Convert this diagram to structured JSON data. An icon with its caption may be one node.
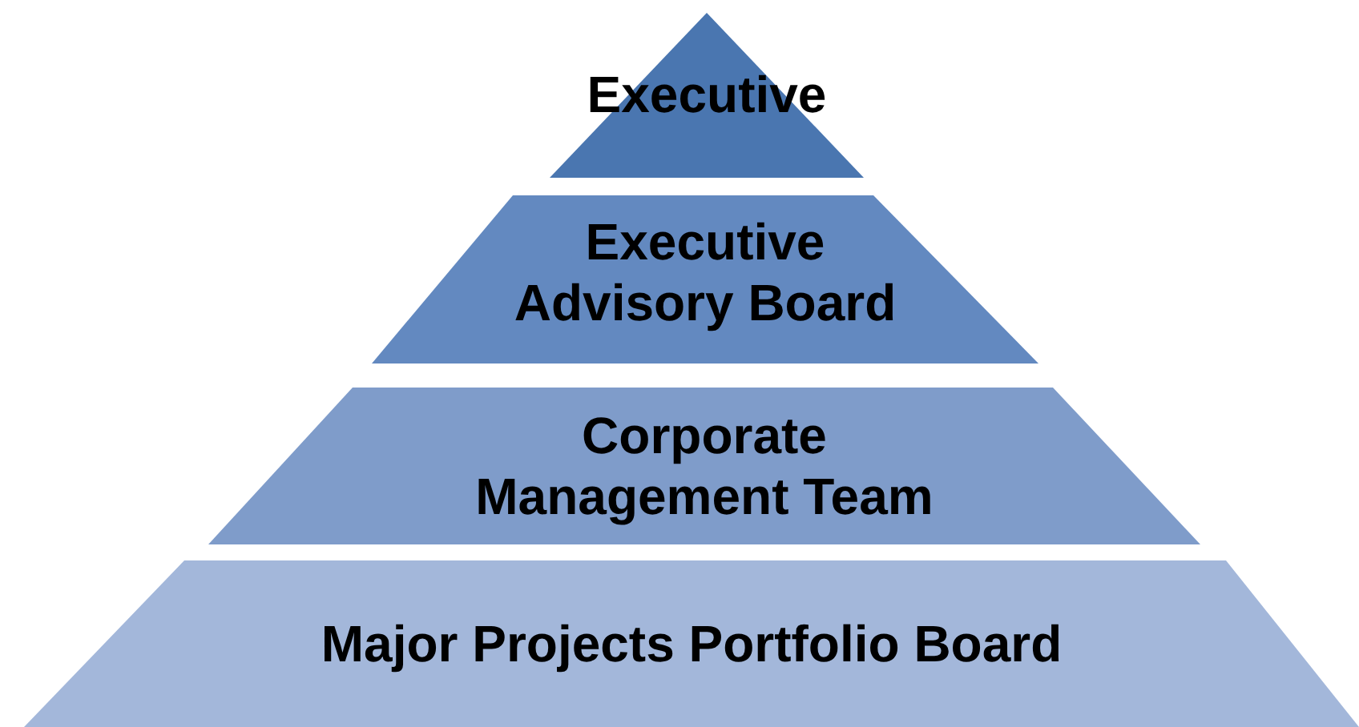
{
  "diagram": {
    "nodes": [
      {
        "text": [
          "Executive"
        ]
      },
      {
        "text": [
          "Executive Advisory Board"
        ]
      },
      {
        "text": [
          "Corporate Management Team"
        ]
      },
      {
        "text": [
          "Major Projects Portfolio Board"
        ]
      }
    ]
  }
}
